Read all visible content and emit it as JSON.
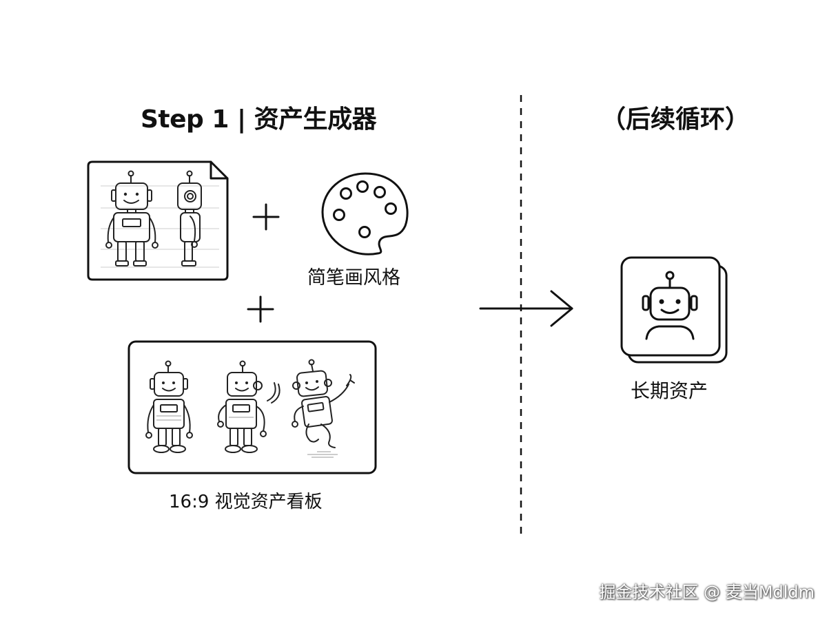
{
  "left_section": {
    "title": "Step 1 | 资产生成器",
    "inputs": {
      "character_sheet_icon": "robot-character-sheet-icon",
      "style_icon": "palette-icon",
      "style_label": "简笔画风格",
      "plus_icon": "plus-icon",
      "storyboard_icon": "robot-storyboard-icon",
      "storyboard_label": "16:9 视觉资产看板"
    }
  },
  "right_section": {
    "title": "（后续循环）",
    "asset_icon": "robot-card-stack-icon",
    "asset_label": "长期资产"
  },
  "connector": {
    "arrow_icon": "arrow-right-icon",
    "divider": "dashed-vertical-divider"
  },
  "watermark": "掘金技术社区 @ 麦当Mdldm",
  "colors": {
    "ink": "#111111",
    "background": "#ffffff"
  }
}
